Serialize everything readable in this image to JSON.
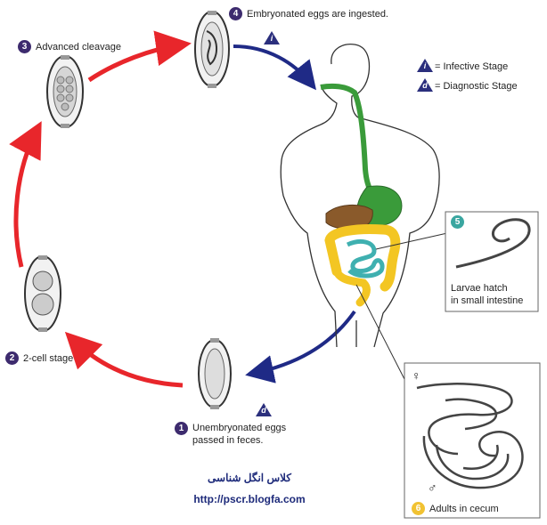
{
  "stages": {
    "s1": {
      "number": "1",
      "text_line1": "Unembryonated eggs",
      "text_line2": "passed in feces."
    },
    "s2": {
      "number": "2",
      "text": "2-cell stage"
    },
    "s3": {
      "number": "3",
      "text": "Advanced cleavage"
    },
    "s4": {
      "number": "4",
      "text": "Embryonated eggs are ingested."
    },
    "s5": {
      "number": "5",
      "text_line1": "Larvae hatch",
      "text_line2": "in small intestine"
    },
    "s6": {
      "number": "6",
      "text": "Adults in cecum"
    }
  },
  "legend": {
    "infective_letter": "i",
    "infective_text": "= Infective Stage",
    "diagnostic_letter": "d",
    "diagnostic_text": "= Diagnostic Stage"
  },
  "markers": {
    "ingest": "i",
    "feces": "d"
  },
  "symbols": {
    "female": "♀",
    "male": "♂"
  },
  "footer": {
    "persian": "کلاس انگل شناسی",
    "url": "http://pscr.blogfa.com"
  },
  "colors": {
    "cycle_red": "#e8262b",
    "arrow_blue": "#1f2a86",
    "esophagus": "#3a9b3a",
    "liver": "#8a5a2b",
    "colon": "#f3c623",
    "small_intestine": "#3fb0b0",
    "badge_purple": "#3d2b6e"
  }
}
